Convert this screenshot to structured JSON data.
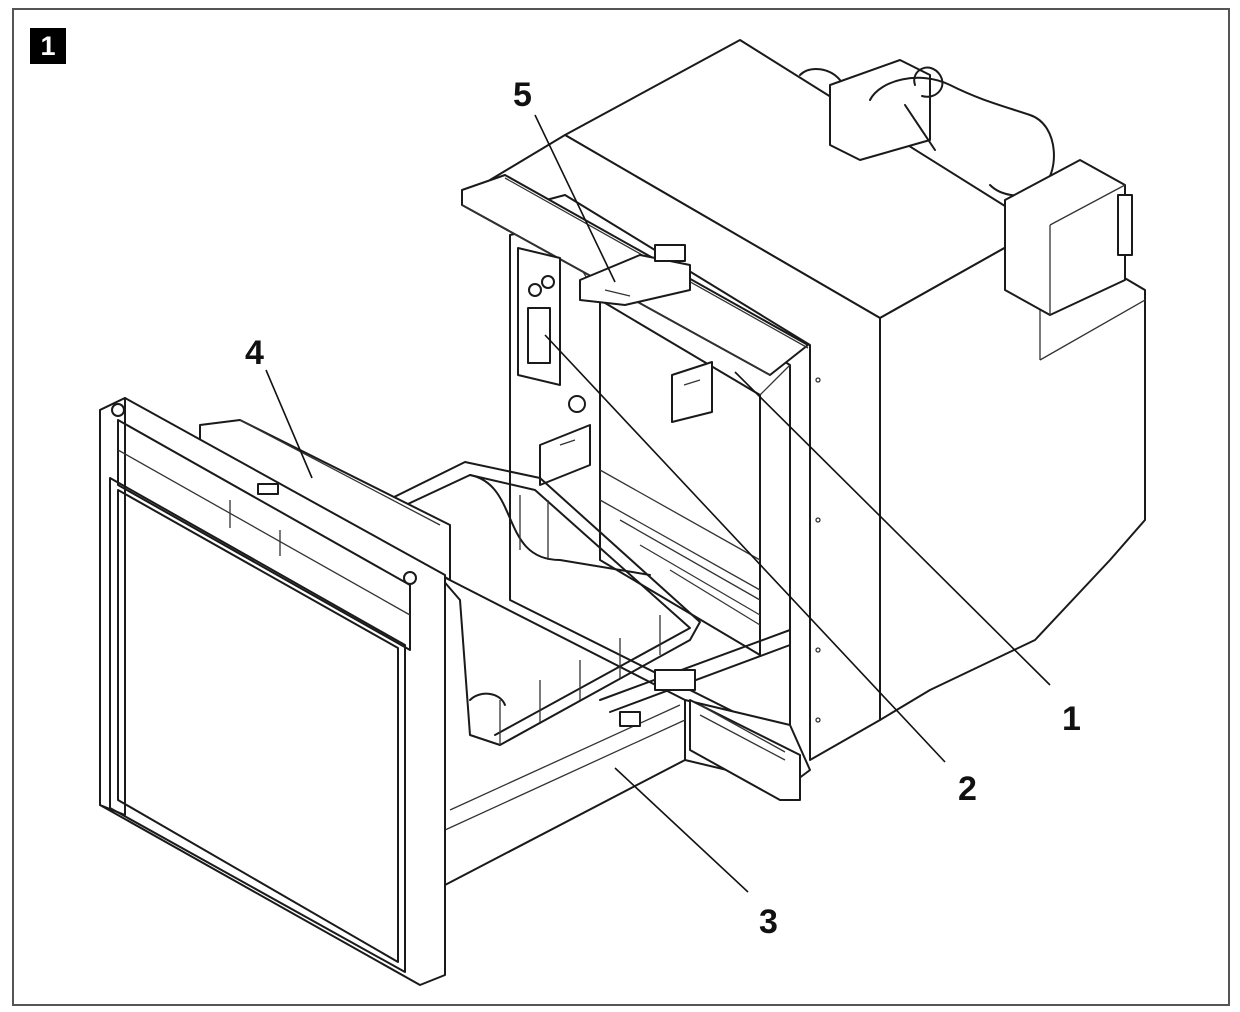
{
  "figure": {
    "number": "1"
  },
  "callouts": [
    {
      "id": "1",
      "text": "1",
      "part": "1"
    },
    {
      "id": "2",
      "text": "2",
      "part": "2"
    },
    {
      "id": "3",
      "text": "3",
      "part": "3"
    },
    {
      "id": "4",
      "text": "4",
      "part": "4"
    },
    {
      "id": "5",
      "text": "5",
      "part": "5"
    }
  ],
  "style": {
    "line_color": "#1a1a1a",
    "background": "#ffffff",
    "badge_color": "#000000"
  }
}
